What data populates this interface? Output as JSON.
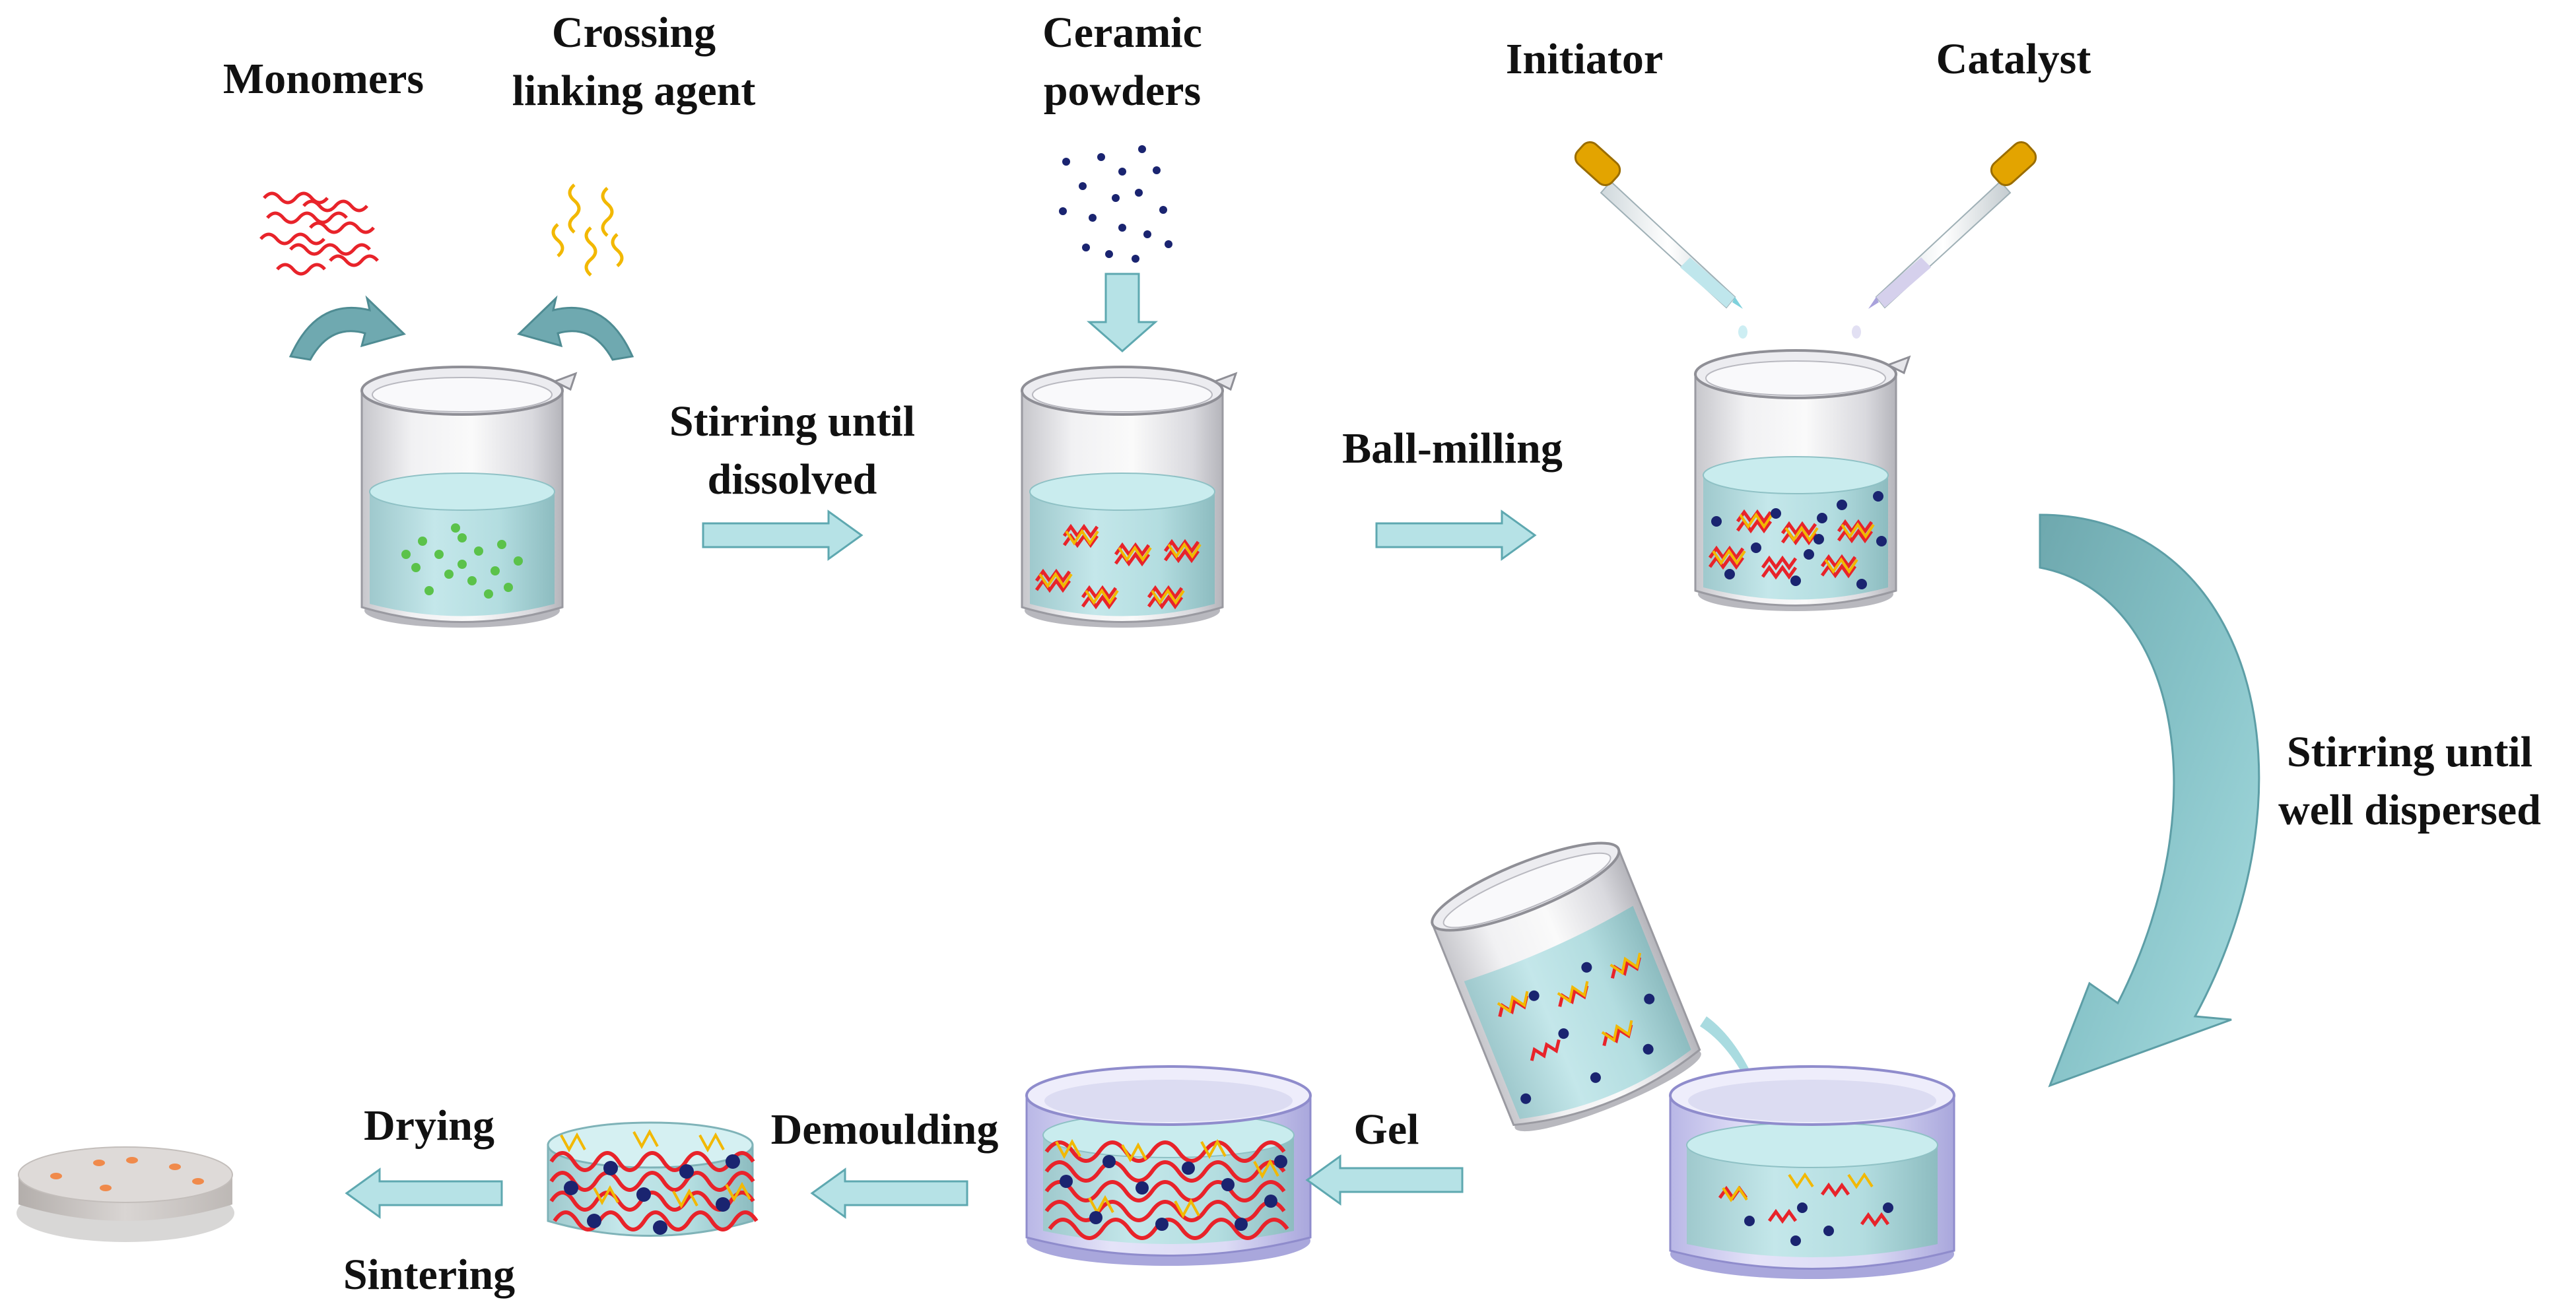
{
  "labels": {
    "monomers": "Monomers",
    "crosslink_line1": "Crossing",
    "crosslink_line2": "linking agent",
    "ceramic_line1": "Ceramic",
    "ceramic_line2": "powders",
    "initiator": "Initiator",
    "catalyst": "Catalyst",
    "stirring_dissolved_line1": "Stirring until",
    "stirring_dissolved_line2": "dissolved",
    "ball_milling": "Ball-milling",
    "stirring_dispersed_line1": "Stirring until",
    "stirring_dispersed_line2": "well dispersed",
    "gel": "Gel",
    "demoulding": "Demoulding",
    "drying": "Drying",
    "sintering": "Sintering"
  },
  "colors": {
    "arrow_fill": "#b6e2e6",
    "arrow_stroke": "#5ea8b0",
    "curved_arrow": "#5d9ea6",
    "liquid": "#b9e3e6",
    "glass": "#d4d4d8",
    "mould": "#c9c8ee",
    "monomer": "#e8232a",
    "crosslinker": "#f2b800",
    "ceramic_particle": "#1a2470",
    "dissolved_particle": "#5bc24a",
    "pipette_cap": "#e3a400",
    "disk": "#d7d3d1",
    "disk_dots": "#f08a4b"
  }
}
